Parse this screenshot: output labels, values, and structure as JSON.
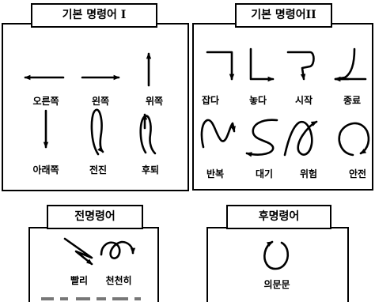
{
  "colors": {
    "ink": "#000000",
    "background": "#ffffff"
  },
  "panels": {
    "basic1": {
      "title": "기본 명령어",
      "numeral": "I",
      "items": [
        {
          "label": "오른쪽",
          "icon": "arrow-left-icon"
        },
        {
          "label": "왼쪽",
          "icon": "arrow-right-icon"
        },
        {
          "label": "위쪽",
          "icon": "arrow-up-icon"
        },
        {
          "label": "아래쪽",
          "icon": "arrow-down-icon"
        },
        {
          "label": "전진",
          "icon": "loop-down-icon"
        },
        {
          "label": "후퇴",
          "icon": "loop-up-icon"
        }
      ]
    },
    "basic2": {
      "title": "기본 명령어",
      "numeral": "II",
      "items": [
        {
          "label": "잡다",
          "icon": "bent-down-arrow-icon"
        },
        {
          "label": "놓다",
          "icon": "bent-right-arrow-icon"
        },
        {
          "label": "시작",
          "icon": "hook-down-arrow-icon"
        },
        {
          "label": "종료",
          "icon": "curved-return-arrow-icon"
        },
        {
          "label": "반복",
          "icon": "wave-arrow-icon"
        },
        {
          "label": "대기",
          "icon": "s-curve-arrow-icon"
        },
        {
          "label": "위험",
          "icon": "alpha-loop-arrow-icon"
        },
        {
          "label": "안전",
          "icon": "circle-arrow-icon"
        }
      ]
    },
    "prefix": {
      "title": "전명령어",
      "items": [
        {
          "label": "빨리",
          "icon": "zigzag-arrow-icon"
        },
        {
          "label": "천천히",
          "icon": "coil-arrow-icon"
        }
      ]
    },
    "suffix": {
      "title": "후명령어",
      "items": [
        {
          "label": "의문문",
          "icon": "question-circle-arrow-icon"
        }
      ]
    }
  }
}
